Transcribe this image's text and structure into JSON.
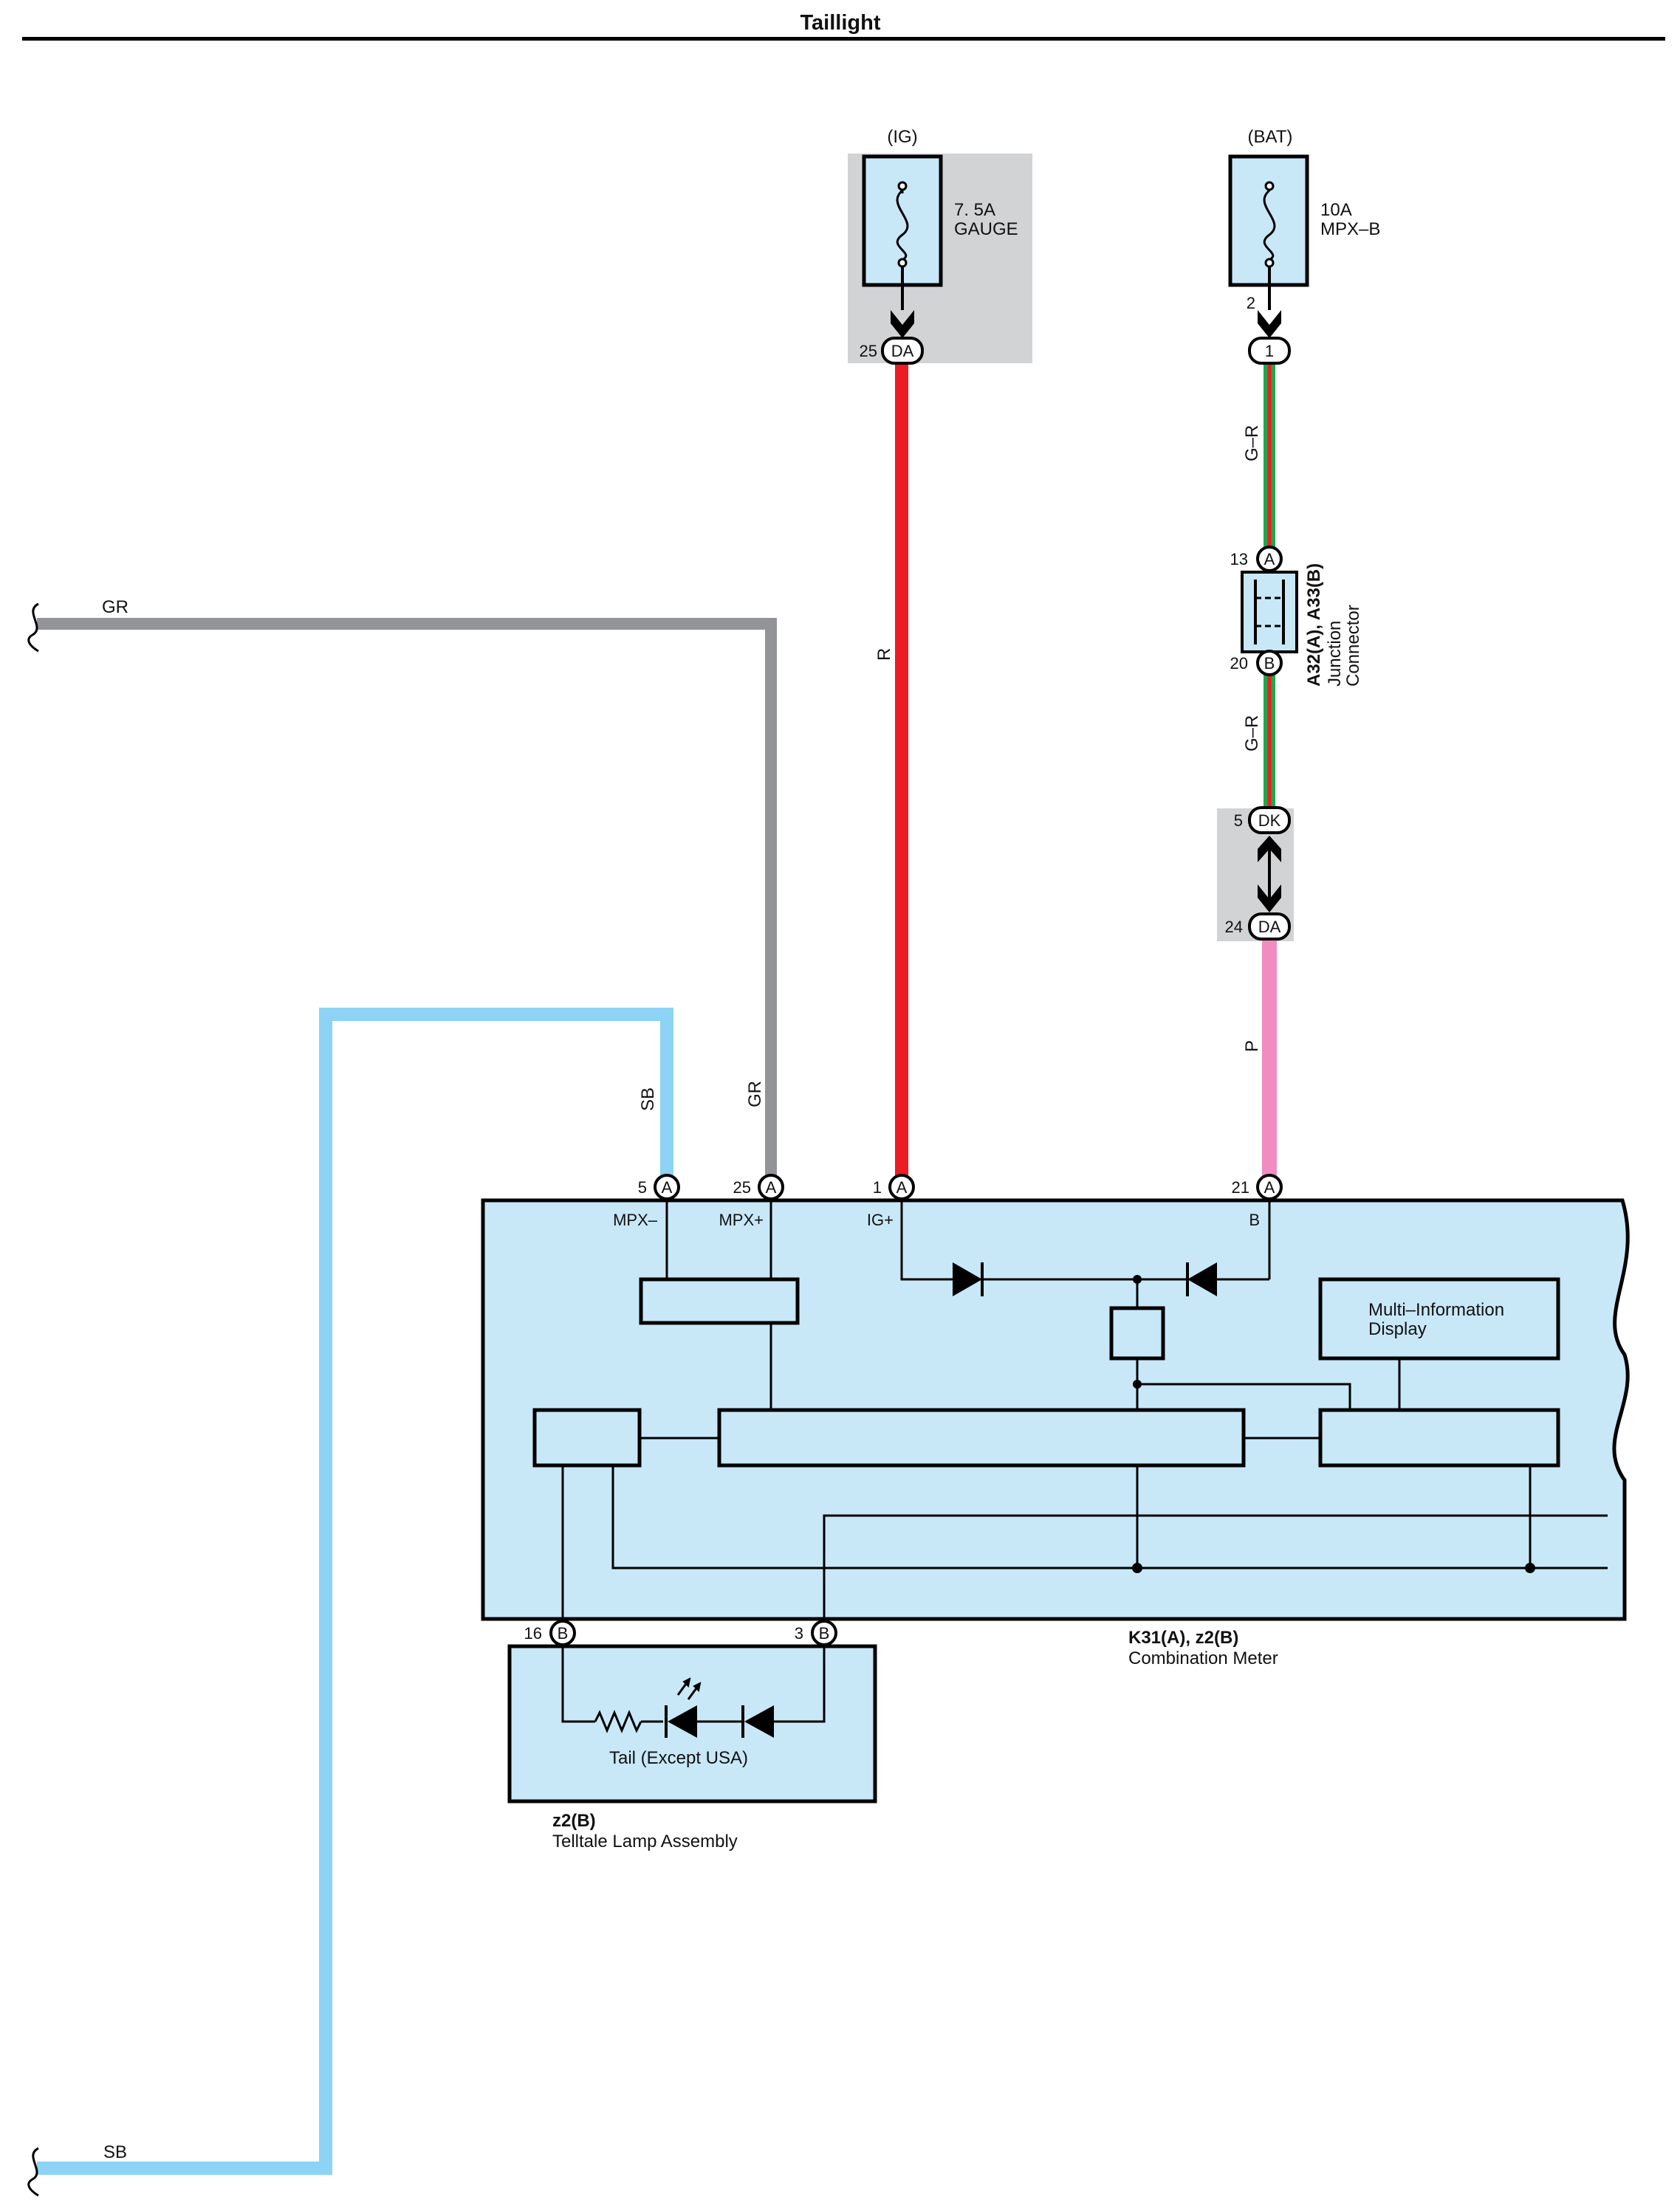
{
  "title": "Taillight",
  "fuses": {
    "ig": {
      "source": "(IG)",
      "rating": "7. 5A",
      "name": "GAUGE",
      "terminal_number": "25",
      "terminal_code": "DA"
    },
    "bat": {
      "source": "(BAT)",
      "rating": "10A",
      "name": "MPX–B",
      "pin": "2",
      "terminal_code": "1"
    }
  },
  "junction_connector": {
    "id": "A32(A), A33(B)",
    "name_line1": "Junction",
    "name_line2": "Connector",
    "top_pin": "13",
    "top_code": "A",
    "bottom_pin": "20",
    "bottom_code": "B"
  },
  "inline_connector": {
    "top_pin": "5",
    "top_code": "DK",
    "bottom_pin": "24",
    "bottom_code": "DA"
  },
  "wires": {
    "gr_left": "GR",
    "gr_vertical": "GR",
    "r": "R",
    "gr_upper": "G–R",
    "gr_lower": "G–R",
    "p": "P",
    "sb_vertical": "SB",
    "sb_bottom": "SB"
  },
  "colors": {
    "gr": "#929497",
    "r": "#ed1c24",
    "g_stripe": "#1ea84a",
    "p": "#f08cc0",
    "sb": "#8dd3f5",
    "component_fill": "#c8e8f8",
    "shade": "#d2d3d5"
  },
  "meter": {
    "pins": [
      {
        "number": "5",
        "code": "A",
        "name": "MPX–"
      },
      {
        "number": "25",
        "code": "A",
        "name": "MPX+"
      },
      {
        "number": "1",
        "code": "A",
        "name": "IG+"
      },
      {
        "number": "21",
        "code": "A",
        "name": "B"
      }
    ],
    "mid_line1": "Multi–Information",
    "mid_line2": "Display",
    "id": "K31(A), z2(B)",
    "name": "Combination Meter"
  },
  "telltale": {
    "pin_left_number": "16",
    "pin_left_code": "B",
    "pin_right_number": "3",
    "pin_right_code": "B",
    "lamp_label": "Tail (Except USA)",
    "id": "z2(B)",
    "name": "Telltale Lamp Assembly"
  }
}
